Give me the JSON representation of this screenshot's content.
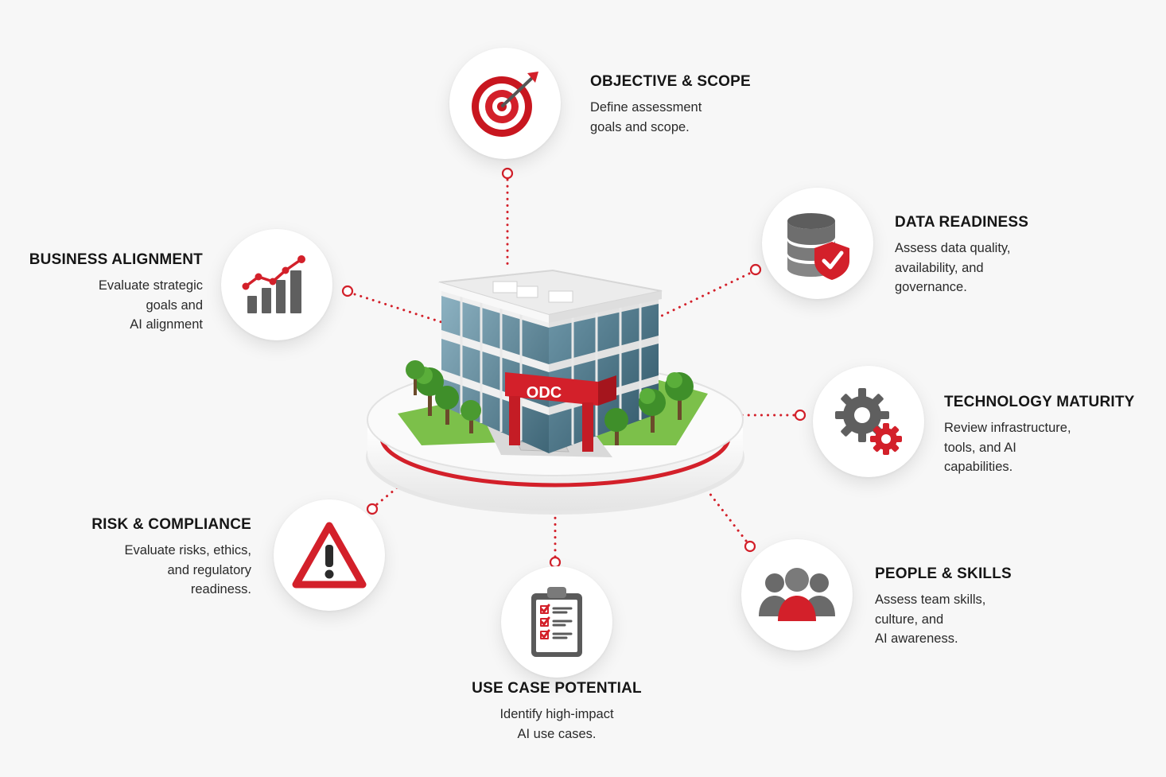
{
  "center": {
    "sign": "ODC"
  },
  "nodes": {
    "objective": {
      "title": "OBJECTIVE & SCOPE",
      "desc": [
        "Define assessment",
        "goals and scope."
      ],
      "icon": "target-icon"
    },
    "data": {
      "title": "DATA READINESS",
      "desc": [
        "Assess data quality,",
        "availability, and",
        "governance."
      ],
      "icon": "database-shield-icon"
    },
    "tech": {
      "title": "TECHNOLOGY MATURITY",
      "desc": [
        "Review infrastructure,",
        "tools, and AI",
        "capabilities."
      ],
      "icon": "gears-icon"
    },
    "people": {
      "title": "PEOPLE & SKILLS",
      "desc": [
        "Assess team skills,",
        "culture, and",
        "AI awareness."
      ],
      "icon": "people-icon"
    },
    "usecase": {
      "title": "USE CASE POTENTIAL",
      "desc": [
        "Identify high-impact",
        "AI use cases."
      ],
      "icon": "clipboard-checklist-icon"
    },
    "risk": {
      "title": "RISK & COMPLIANCE",
      "desc": [
        "Evaluate risks, ethics,",
        "and regulatory",
        "readiness."
      ],
      "icon": "warning-icon"
    },
    "business": {
      "title": "BUSINESS ALIGNMENT",
      "desc": [
        "Evaluate strategic",
        "goals and",
        "AI alignment"
      ],
      "icon": "growth-chart-icon"
    }
  },
  "colors": {
    "accent": "#d3202a",
    "gray": "#6f6f6f",
    "dark": "#1f1f1f"
  }
}
